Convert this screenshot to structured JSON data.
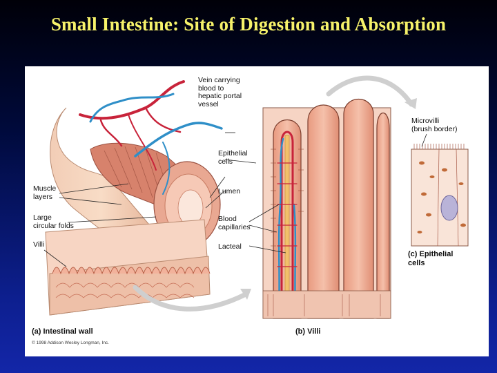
{
  "slide": {
    "title": "Small Intestine: Site of Digestion and Absorption"
  },
  "figure": {
    "labels": {
      "vein": "Vein carrying\nblood to\nhepatic portal\nvessel",
      "epithelial": "Epithelial\ncells",
      "lumen": "Lumen",
      "muscle": "Muscle\nlayers",
      "folds": "Large\ncircular folds",
      "villi": "Villi",
      "blood_capillaries": "Blood\ncapillaries",
      "lacteal": "Lacteal",
      "microvilli": "Microvilli\n(brush border)"
    },
    "captions": {
      "a": "(a) Intestinal wall",
      "b": "(b) Villi",
      "c": "(c) Epithelial\ncells"
    },
    "copyright": "© 1998 Addison Wesley Longman, Inc."
  },
  "colors": {
    "title": "#f6f26a",
    "background_top": "#000008",
    "background_bottom": "#1326a8",
    "tissue": "#f4b9a4",
    "vein": "#2f8fc8",
    "artery": "#c8233a",
    "lacteal": "#f2c06b"
  }
}
